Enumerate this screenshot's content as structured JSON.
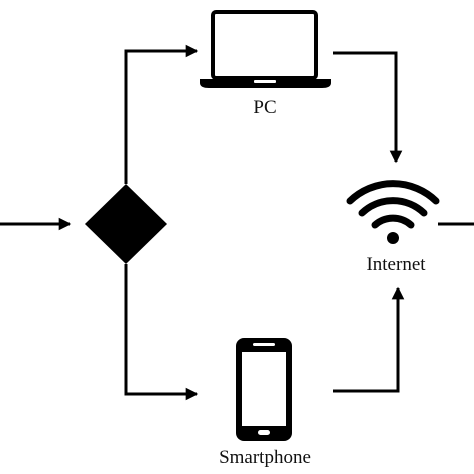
{
  "labels": {
    "pc": "PC",
    "internet": "Internet",
    "smartphone": "Smartphone"
  },
  "nodes": [
    {
      "id": "decision",
      "shape": "diamond",
      "icon": "decision-diamond"
    },
    {
      "id": "pc",
      "icon": "laptop-icon"
    },
    {
      "id": "smartphone",
      "icon": "smartphone-icon"
    },
    {
      "id": "internet",
      "icon": "wifi-icon"
    }
  ],
  "edges": [
    {
      "from": "input",
      "to": "decision"
    },
    {
      "from": "decision",
      "to": "pc"
    },
    {
      "from": "decision",
      "to": "smartphone"
    },
    {
      "from": "pc",
      "to": "internet"
    },
    {
      "from": "smartphone",
      "to": "internet"
    },
    {
      "from": "internet",
      "to": "output"
    }
  ],
  "colors": {
    "ink": "#000000",
    "background": "#ffffff"
  }
}
